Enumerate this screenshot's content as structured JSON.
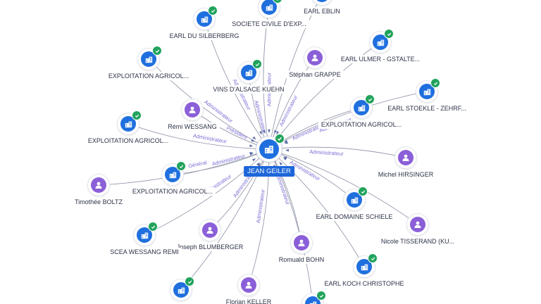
{
  "center": {
    "label": "JEAN GEILER",
    "type": "company"
  },
  "relation_label": "Administrateur",
  "relation_variants": [
    "Président",
    "Général"
  ],
  "colors": {
    "company": "#1f6fde",
    "person": "#8b5fd8",
    "check": "#21a35c",
    "edge": "#8a8fa3",
    "center_label_bg": "#1c66d9"
  },
  "nodes": [
    {
      "label": "SOCIETE CIVILE D'EXP...",
      "type": "company",
      "verified": true
    },
    {
      "label": "EARL EBLIN",
      "type": "company",
      "verified": true
    },
    {
      "label": "EARL DU SILBERBERG",
      "type": "company",
      "verified": true
    },
    {
      "label": "EARL ULMER - GSTALTE...",
      "type": "company",
      "verified": true
    },
    {
      "label": "Stéphan GRAPPE",
      "type": "person",
      "verified": false
    },
    {
      "label": "EXPLOITATION AGRICOL...",
      "type": "company",
      "verified": true
    },
    {
      "label": "VINS D'ALSACE KUEHN",
      "type": "company",
      "verified": true
    },
    {
      "label": "EARL STOEKLE - ZEHRF...",
      "type": "company",
      "verified": true
    },
    {
      "label": "EXPLOITATION AGRICOL...",
      "type": "company",
      "verified": true
    },
    {
      "label": "Rémi WESSANG",
      "type": "person",
      "verified": false
    },
    {
      "label": "EXPLOITATION AGRICOL...",
      "type": "company",
      "verified": true
    },
    {
      "label": "Michel HIRSINGER",
      "type": "person",
      "verified": false
    },
    {
      "label": "EXPLOITATION AGRICOL...",
      "type": "company",
      "verified": true
    },
    {
      "label": "Timothée BOLTZ",
      "type": "person",
      "verified": false
    },
    {
      "label": "EARL DOMAINE SCHIELE",
      "type": "company",
      "verified": true
    },
    {
      "label": "Nicole TISSERAND (KU...",
      "type": "person",
      "verified": false
    },
    {
      "label": "Joseph BLUMBERGER",
      "type": "person",
      "verified": false
    },
    {
      "label": "SCEA WESSANG REMI",
      "type": "company",
      "verified": true
    },
    {
      "label": "Romuald BOHN",
      "type": "person",
      "verified": false
    },
    {
      "label": "EARL KOCH CHRISTOPHE",
      "type": "company",
      "verified": true
    },
    {
      "label": "Florian KELLER",
      "type": "person",
      "verified": false
    },
    {
      "label": "",
      "type": "company",
      "verified": true
    },
    {
      "label": "",
      "type": "company",
      "verified": true
    }
  ]
}
